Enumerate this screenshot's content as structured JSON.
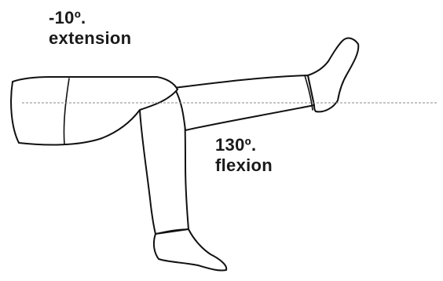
{
  "labels": {
    "extension": {
      "line1": "-10º.",
      "line2": "extension"
    },
    "flexion": {
      "line1": "130º.",
      "line2": "flexion"
    }
  },
  "colors": {
    "outline": "#111111",
    "reference_line": "#8a8a8a",
    "text": "#1a1a1a",
    "background": "#ffffff"
  }
}
